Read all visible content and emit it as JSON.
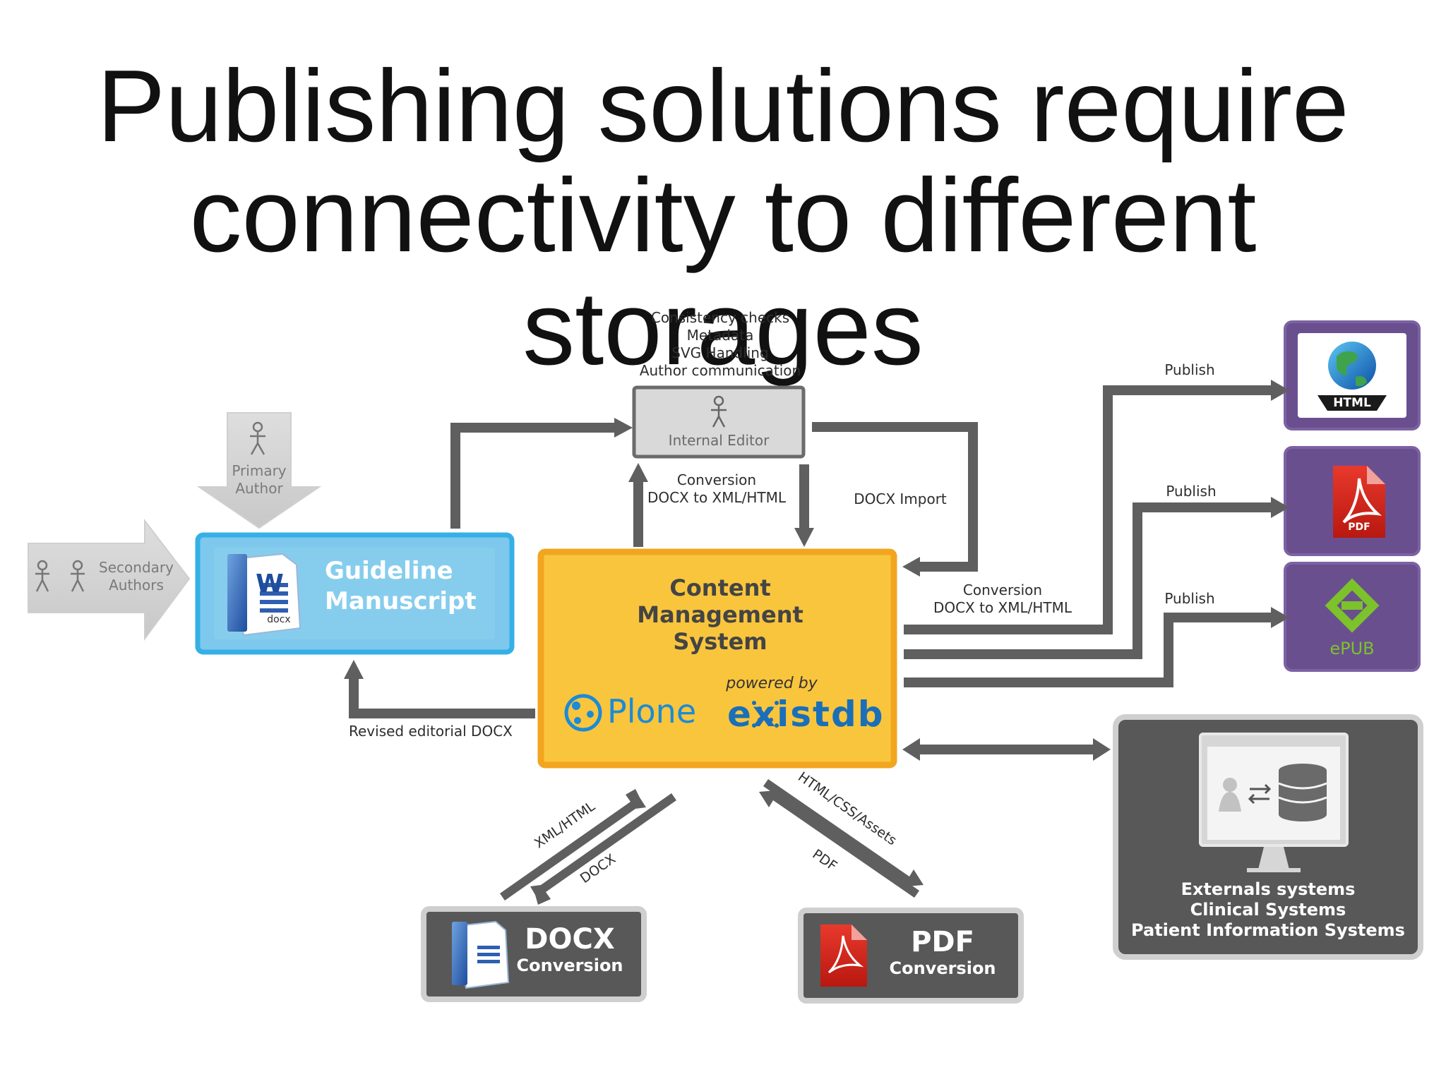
{
  "slide": {
    "title_line1": "Publishing solutions require",
    "title_line2": "connectivity to different storages"
  },
  "diagram": {
    "primary_author": [
      "Primary",
      "Author"
    ],
    "secondary_authors": [
      "Secondary",
      "Authors"
    ],
    "guideline_manuscript": [
      "Guideline",
      "Manuscript"
    ],
    "docx_badge": "docx",
    "word_logo": "W",
    "internal_editor": "Internal Editor",
    "editor_tasks": [
      "Consistency checks",
      "Metadata",
      "SVG Handling",
      "Author communication"
    ],
    "conversion_up": [
      "Conversion",
      "DOCX to XML/HTML"
    ],
    "docx_import": "DOCX Import",
    "cms": [
      "Content",
      "Management",
      "System"
    ],
    "plone": "Plone",
    "powered_by": "powered by",
    "existdb": "existdb",
    "revised_docx": "Revised editorial DOCX",
    "conversion_right": [
      "Conversion",
      "DOCX to XML/HTML"
    ],
    "publish_labels": [
      "Publish",
      "Publish",
      "Publish"
    ],
    "html_badge": "HTML",
    "pdf_badge": "PDF",
    "epub_label": "ePUB",
    "externals": [
      "Externals systems",
      "Clinical Systems",
      "Patient Information Systems"
    ],
    "xml_html": "XML/HTML",
    "docx_arrow": "DOCX",
    "html_css_assets": "HTML/CSS/Assets",
    "pdf_arrow": "PDF",
    "docx_conversion": [
      "DOCX",
      "Conversion"
    ],
    "pdf_conversion": [
      "PDF",
      "Conversion"
    ]
  },
  "colors": {
    "arrow": "#5f5f5f",
    "guideline_fill": "#7dc8ec",
    "guideline_border": "#35b0e6",
    "cms_fill": "#f9c53d",
    "cms_border": "#f2a51e",
    "output_box": "#6a4f8f",
    "dark_box": "#585858",
    "plone_blue": "#1b8bd6",
    "pdf_red": "#d9261b"
  }
}
